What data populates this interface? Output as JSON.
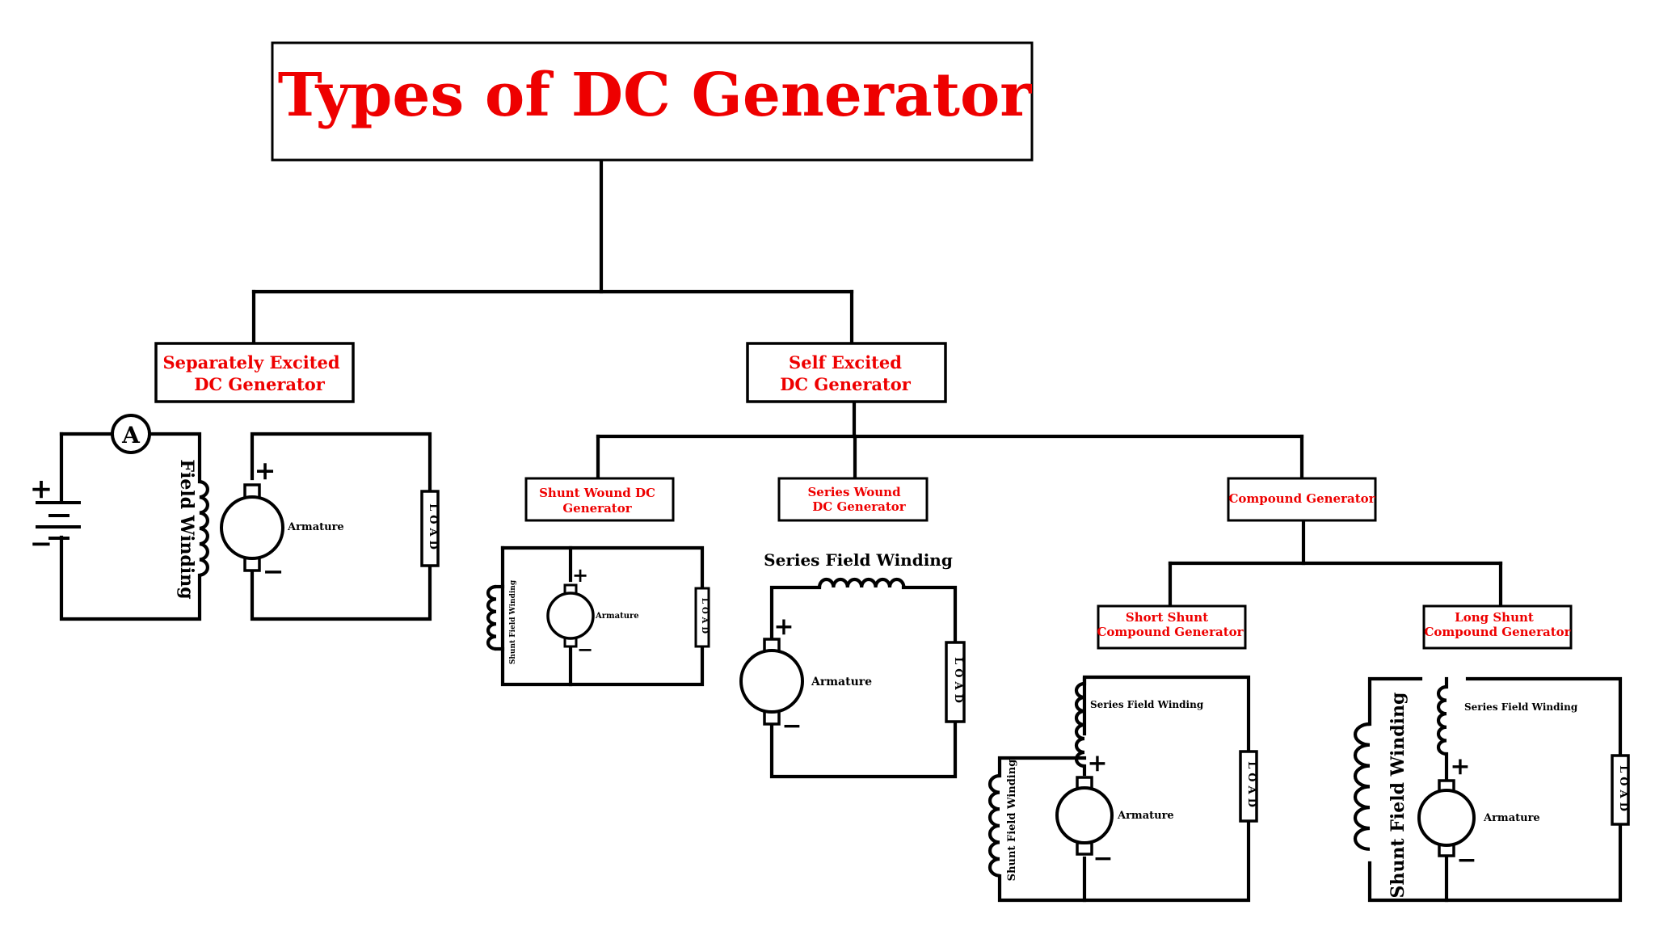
{
  "title": "Types of DC Generator",
  "nodes": {
    "separately_excited": [
      "Separately Excited",
      "DC Generator"
    ],
    "self_excited": [
      "Self Excited",
      "DC Generator"
    ],
    "shunt_wound": [
      "Shunt Wound DC",
      "Generator"
    ],
    "series_wound": [
      "Series Wound",
      "DC Generator"
    ],
    "compound": [
      "Compound Generator"
    ],
    "short_shunt": [
      "Short Shunt",
      "Compound Generator"
    ],
    "long_shunt": [
      "Long Shunt",
      "Compound Generator"
    ]
  },
  "circuit_labels": {
    "ammeter": "A",
    "plus": "+",
    "minus": "−",
    "field_winding": "Field Winding",
    "armature": "Armature",
    "load": "LOAD",
    "shunt_field_winding": "Shunt Field Winding",
    "series_field_winding": "Series Field Winding"
  },
  "colors": {
    "node_text": "#ee0000",
    "lines": "#000000",
    "background": "#ffffff"
  }
}
